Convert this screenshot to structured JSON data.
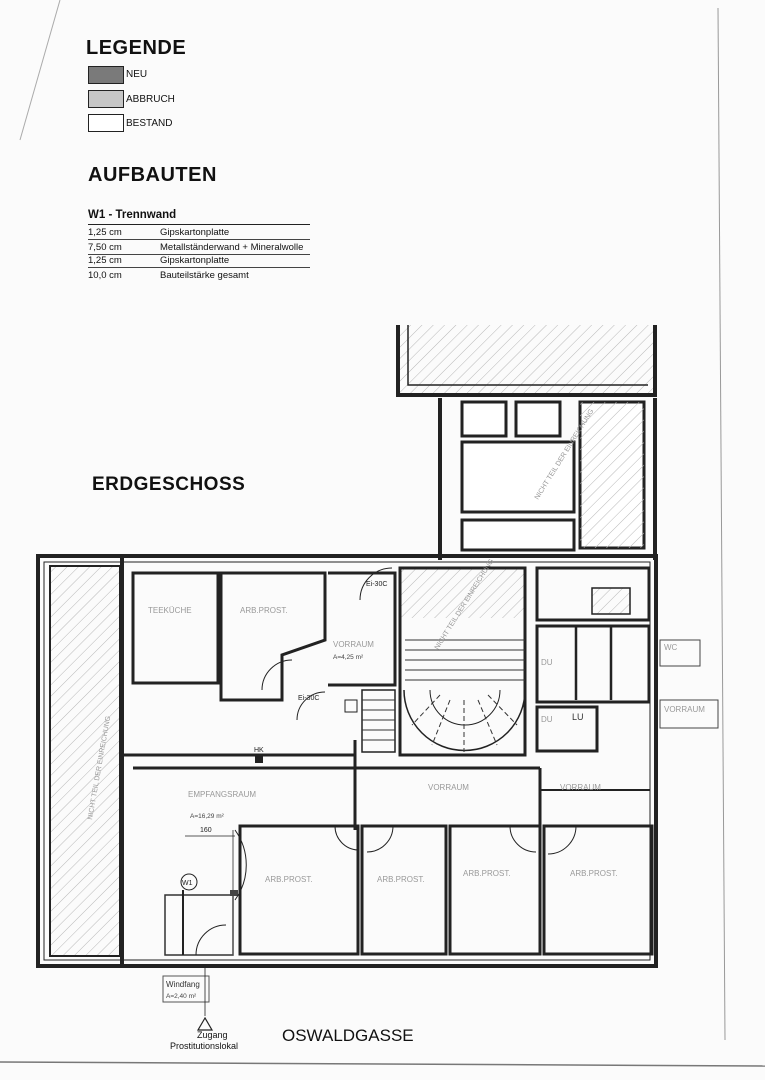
{
  "legend": {
    "title": "LEGENDE",
    "items": [
      {
        "label": "NEU",
        "color": "#7a7a7a"
      },
      {
        "label": "ABBRUCH",
        "color": "#c6c6c6"
      },
      {
        "label": "BESTAND",
        "color": "#ffffff"
      }
    ]
  },
  "aufbauten": {
    "title": "AUFBAUTEN",
    "wall_title": "W1 - Trennwand",
    "rows": [
      {
        "thickness": "1,25 cm",
        "material": "Gipskartonplatte"
      },
      {
        "thickness": "7,50 cm",
        "material": "Metallständerwand + Mineralwolle"
      },
      {
        "thickness": "1,25 cm",
        "material": "Gipskartonplatte"
      },
      {
        "thickness": "10,0 cm",
        "material": "Bauteilstärke gesamt"
      }
    ]
  },
  "plan": {
    "title": "ERDGESCHOSS",
    "street": "OSWALDGASSE",
    "entrance_line1": "Zugang",
    "entrance_line2": "Prostitutionslokal",
    "rooms": {
      "teekuche": "TEEKÜCHE",
      "arb1": "ARB.PROST.",
      "vorraum1": "VORRAUM",
      "vorraum1_area": "A=4,25 m²",
      "nicht_top": "NICHT TEIL DER EINREICHUNG",
      "nicht_left": "NICHT TEIL DER EINREICHUNG",
      "nicht_court": "NICHT TEIL DER EINREICHUNG",
      "empfang": "EMPFANGSRAUM",
      "empfang_area": "A=16,29 m²",
      "vorraum2": "VORRAUM",
      "vorraum3": "VORRAUM",
      "vorraum4": "VORRAUM",
      "arb2": "ARB.PROST.",
      "arb3": "ARB.PROST.",
      "arb4": "ARB.PROST.",
      "arb5": "ARB.PROST.",
      "du1": "DU",
      "du2": "DU",
      "lu": "LU",
      "wc": "WC",
      "windfang": "Windfang",
      "windfang_area": "A=2,40 m²"
    },
    "labels": {
      "hk": "HK",
      "ei30c_1": "Ei-30C",
      "ei30c_2": "Ei-30C",
      "w1": "W1",
      "dim_160": "160"
    }
  }
}
